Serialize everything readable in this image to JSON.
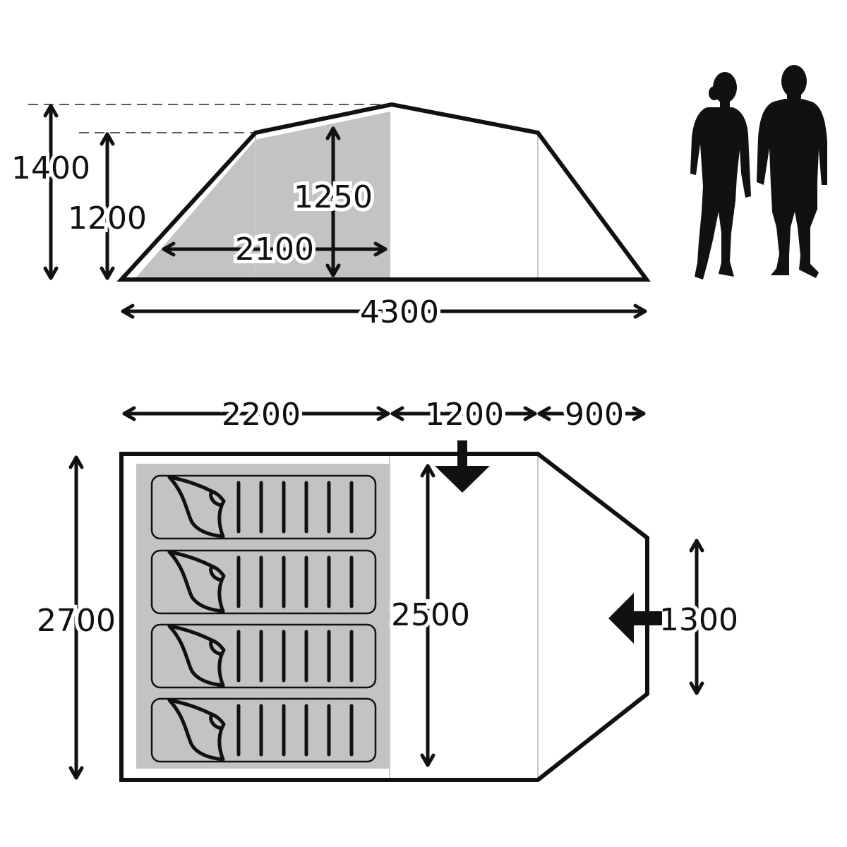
{
  "side_view": {
    "peak_height": "1400",
    "eave_height": "1200",
    "bedroom_height": "1250",
    "bedroom_length": "2100",
    "total_length": "4300"
  },
  "plan_view": {
    "bedroom_length": "2200",
    "living_length": "1200",
    "porch_length": "900",
    "total_width": "2700",
    "living_width": "2500",
    "porch_door_width": "1300"
  },
  "sleeping_bags": 4,
  "people_icons": [
    "woman-silhouette",
    "man-silhouette"
  ]
}
